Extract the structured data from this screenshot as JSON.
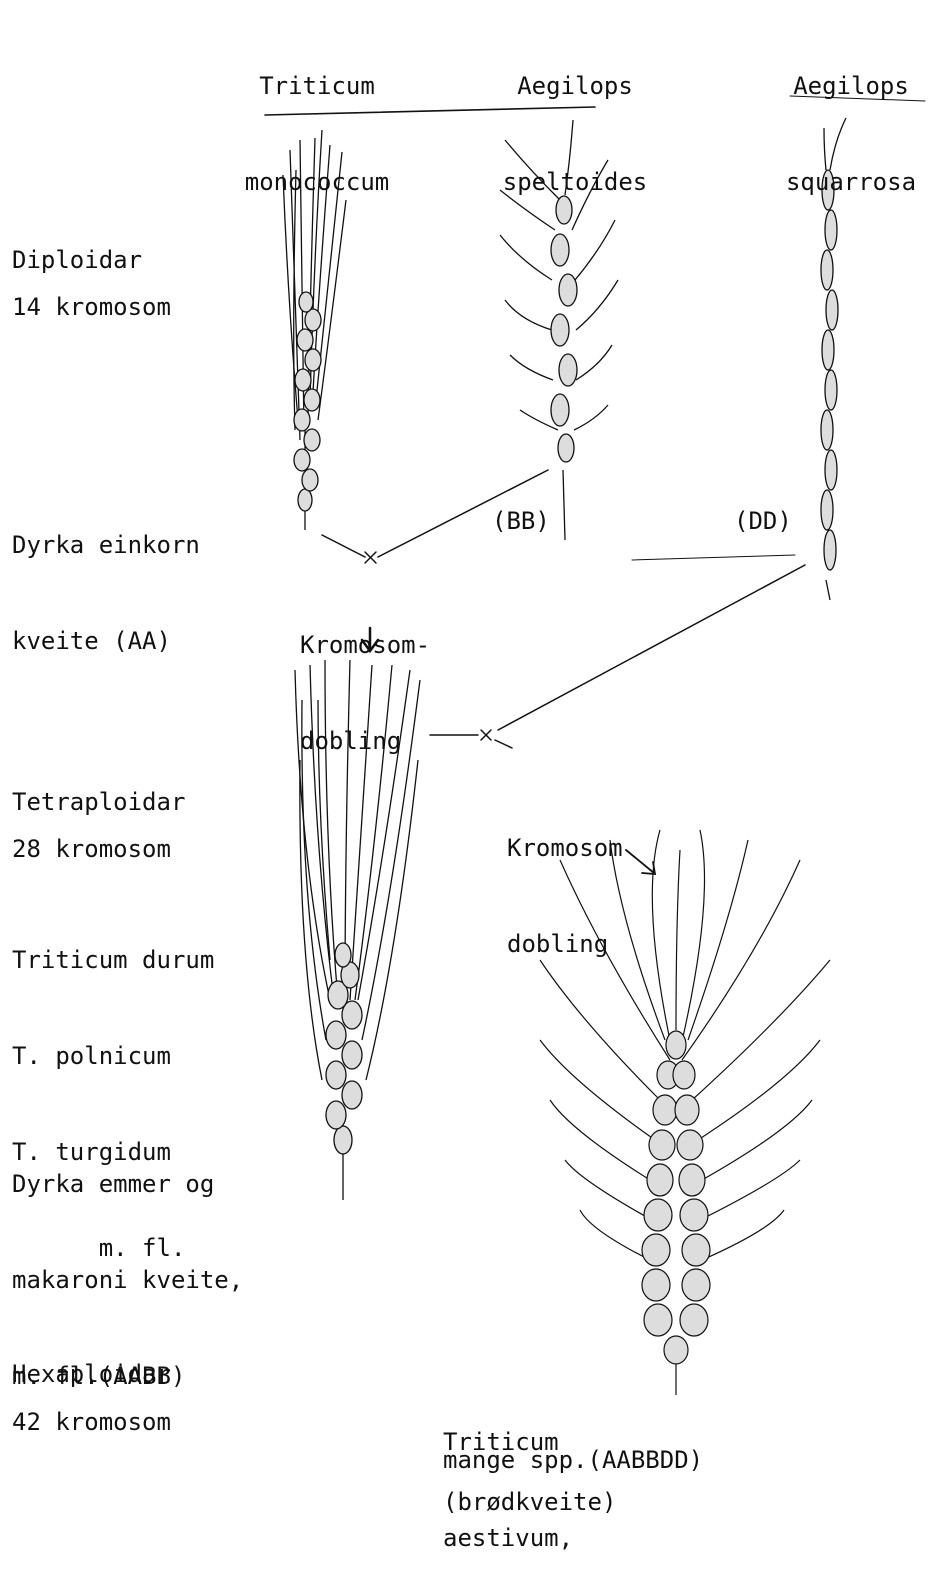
{
  "header": {
    "col1": [
      "Triticum",
      "monococcum"
    ],
    "col2": [
      "Aegilops",
      "speltoides"
    ],
    "col3": [
      "Aegilops",
      "squarrosa"
    ]
  },
  "diploid": {
    "title": "Diploidar",
    "chromosomes": "14 kromosom",
    "cultivated": [
      "Dyrka einkorn",
      "kveite (AA)"
    ],
    "genome_b": "(BB)",
    "genome_d": "(DD)"
  },
  "cross1": {
    "label": [
      "Kromosom-",
      "dobling"
    ]
  },
  "tetraploid": {
    "title": "Tetraploidar",
    "chromosomes": "28 kromosom",
    "species": [
      "Triticum durum",
      "T. polnicum",
      "T. turgidum",
      "      m. fl."
    ],
    "cultivated": [
      "Dyrka emmer og",
      "makaroni kveite,",
      "m. fl.(AABB)"
    ]
  },
  "cross2": {
    "label": [
      "Kromosom",
      "dobling"
    ]
  },
  "hexaploid": {
    "title": "Hexaploidar",
    "chromosomes": "42 kromosom",
    "species": [
      "Triticum",
      "aestivum,"
    ],
    "note1": "mange spp.(AABBDD)",
    "note2": "(brødkveite)"
  },
  "colors": {
    "ink": "#111111",
    "paper": "#ffffff"
  },
  "icons": [
    "wheat-ear-drawing",
    "cross-mark",
    "down-arrow"
  ]
}
